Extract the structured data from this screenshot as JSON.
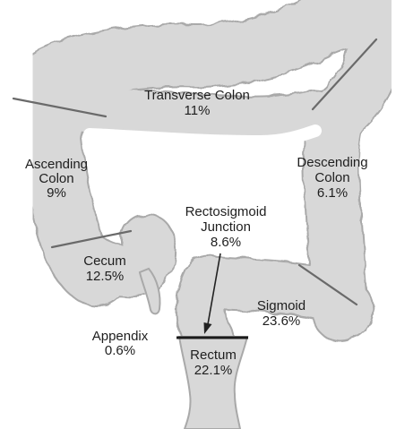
{
  "colors": {
    "colon_fill": "#d8d8d8",
    "colon_shadow": "#b9b9b9",
    "colon_outline": "#a9a9a9",
    "divider": "#6a6a6a",
    "text": "#1e1e1e"
  },
  "segments": {
    "transverse": {
      "name": "Transverse Colon",
      "value": "11%"
    },
    "ascending": {
      "name_line1": "Ascending",
      "name_line2": "Colon",
      "value": "9%"
    },
    "descending": {
      "name_line1": "Descending",
      "name_line2": "Colon",
      "value": "6.1%"
    },
    "rectosigmoid": {
      "name_line1": "Rectosigmoid",
      "name_line2": "Junction",
      "value": "8.6%"
    },
    "cecum": {
      "name": "Cecum",
      "value": "12.5%"
    },
    "sigmoid": {
      "name": "Sigmoid",
      "value": "23.6%"
    },
    "appendix": {
      "name": "Appendix",
      "value": "0.6%"
    },
    "rectum": {
      "name": "Rectum",
      "value": "22.1%"
    }
  }
}
